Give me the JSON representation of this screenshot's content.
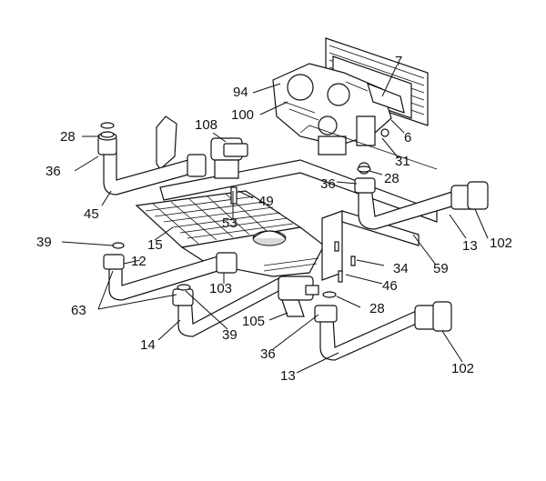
{
  "diagram": {
    "callouts": [
      {
        "id": "c7a",
        "text": "7"
      },
      {
        "id": "c94",
        "text": "94"
      },
      {
        "id": "c108",
        "text": "108"
      },
      {
        "id": "c100",
        "text": "100"
      },
      {
        "id": "c6",
        "text": "6"
      },
      {
        "id": "c28a",
        "text": "28"
      },
      {
        "id": "c31",
        "text": "31"
      },
      {
        "id": "c36a",
        "text": "36"
      },
      {
        "id": "c28b",
        "text": "28"
      },
      {
        "id": "c36b",
        "text": "36"
      },
      {
        "id": "c45",
        "text": "45"
      },
      {
        "id": "c49",
        "text": "49"
      },
      {
        "id": "c53",
        "text": "53"
      },
      {
        "id": "c39a",
        "text": "39"
      },
      {
        "id": "c15",
        "text": "15"
      },
      {
        "id": "c13a",
        "text": "13"
      },
      {
        "id": "c102a",
        "text": "102"
      },
      {
        "id": "c12",
        "text": "12"
      },
      {
        "id": "c34",
        "text": "34"
      },
      {
        "id": "c59",
        "text": "59"
      },
      {
        "id": "c63",
        "text": "63"
      },
      {
        "id": "c103",
        "text": "103"
      },
      {
        "id": "c46",
        "text": "46"
      },
      {
        "id": "c28c",
        "text": "28"
      },
      {
        "id": "c105",
        "text": "105"
      },
      {
        "id": "c14",
        "text": "14"
      },
      {
        "id": "c39b",
        "text": "39"
      },
      {
        "id": "c36c",
        "text": "36"
      },
      {
        "id": "c102b",
        "text": "102"
      },
      {
        "id": "c13b",
        "text": "13"
      }
    ]
  }
}
